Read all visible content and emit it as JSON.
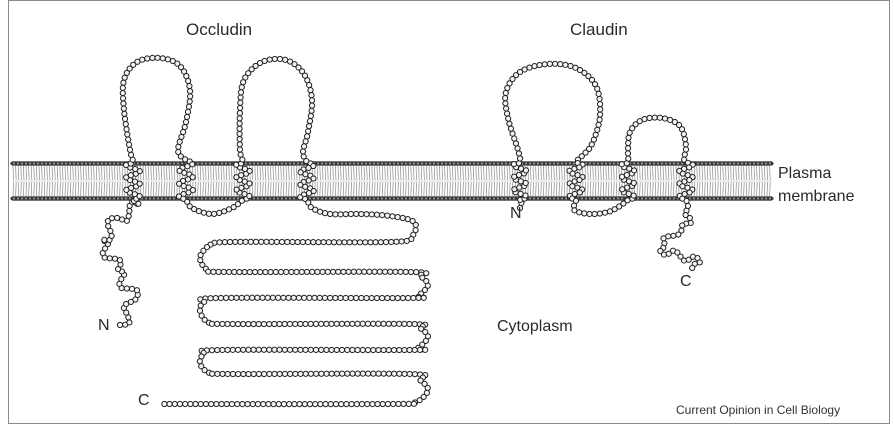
{
  "labels": {
    "occludin": "Occludin",
    "claudin": "Claudin",
    "plasma_membrane_line1": "Plasma",
    "plasma_membrane_line2": "membrane",
    "cytoplasm": "Cytoplasm",
    "occludin_n": "N",
    "occludin_c": "C",
    "claudin_n": "N",
    "claudin_c": "C"
  },
  "credit": "Current Opinion in Cell Biology",
  "colors": {
    "bead_fill": "#f4f4f4",
    "bead_stroke": "#202020",
    "membrane_line": "#4a4a4a",
    "membrane_dots": "#3a3a3a",
    "frame": "#8a8a8a"
  }
}
